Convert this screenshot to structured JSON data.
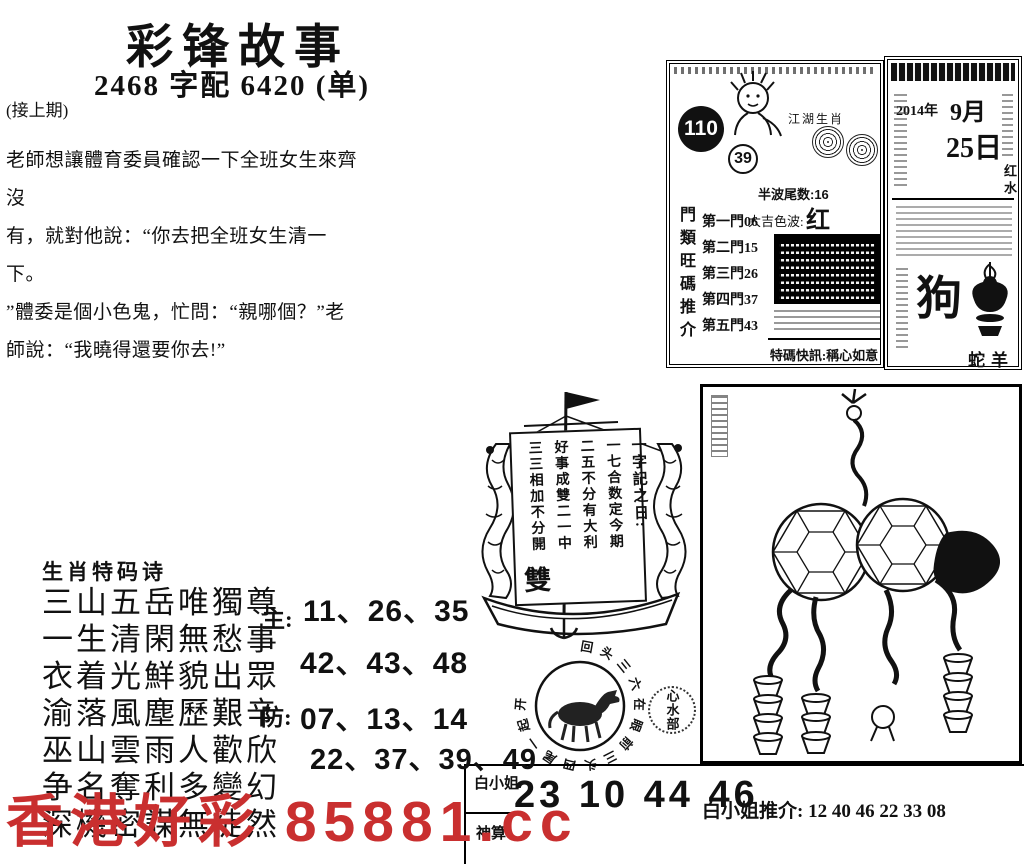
{
  "header": {
    "title": "彩锋故事",
    "subtitle": "2468 字配 6420 (单)",
    "continued": "(接上期)"
  },
  "story": {
    "lines": [
      "老師想讓體育委員確認一下全班女生來齊沒",
      "有，就對他說：“你去把全班女生清一下。",
      "”體委是個小色鬼，忙問：“親哪個？”老",
      "師說：“我曉得還要你去!”"
    ]
  },
  "info_box": {
    "issue": "110",
    "ball_number": "39",
    "banner": "江湖生肖",
    "tail_note": "半波尾数:16",
    "color_label": "大吉色波:",
    "color_value": "红 绿",
    "gate_title_chars": [
      "門",
      "類",
      "旺",
      "碼",
      "推",
      "介"
    ],
    "gates": [
      "第一門06",
      "第二門15",
      "第三門26",
      "第四門37",
      "第五門43"
    ],
    "special_news": "特碼快訊:稱心如意"
  },
  "calendar": {
    "year": "2014年",
    "month": "9月",
    "day": "25日",
    "side_note": "红水",
    "zodiac": "狗",
    "pair": "蛇羊"
  },
  "ship": {
    "scroll_title": "一字記之日:",
    "scroll_lines": [
      "一七合数定今期",
      "二五不分有大利",
      "好事成雙二一中",
      "三三相加不分開"
    ],
    "scroll_word": "雙",
    "ring_text": "回头三六在眼前三头四尾一起开",
    "seal": "心水部"
  },
  "poem": {
    "heading": "生肖特码诗",
    "lines": [
      "三山五岳唯獨尊",
      "一生清閑無愁事",
      "衣着光鮮貌出眾",
      "渝落風塵歷艱辛",
      "巫山雲雨人歡欣",
      "争名奪利多變幻",
      "深機密謀無徒然"
    ],
    "main_label": "主:",
    "main_row1": "11、26、35",
    "main_row2": "42、43、48",
    "guard_label": "防:",
    "guard_row1": "07、13、14",
    "guard_row2": "22、37、39、49"
  },
  "bottom": {
    "lady_label": "白小姐",
    "big_numbers": "23 10 44 46",
    "recommendation": "白小姐推介: 12 40 46 22 33 08",
    "god_label": "神算"
  },
  "watermark": {
    "text": "香港好彩 85881.cc",
    "color": "#c92f2f"
  }
}
